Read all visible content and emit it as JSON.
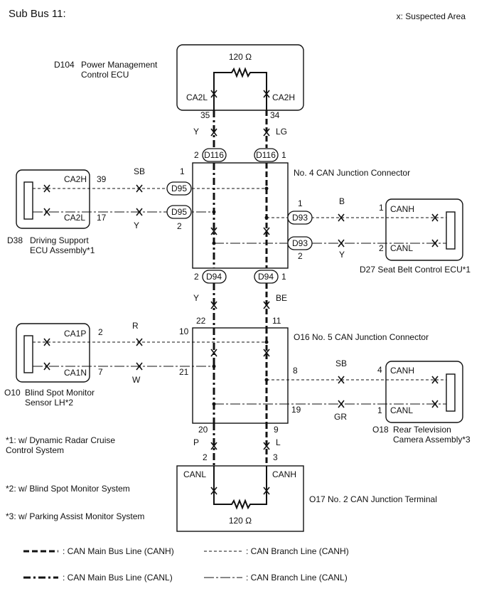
{
  "title": "Sub Bus 11:",
  "suspected_area": "x: Suspected Area",
  "ecus": {
    "d104": {
      "id_label": "D104",
      "name_line1": "Power Management",
      "name_line2": "Control ECU",
      "resistor": "120 Ω",
      "pin_left": "CA2L",
      "pin_right": "CA2H",
      "pin_num_left": "35",
      "pin_num_right": "34",
      "wire_left": "Y",
      "wire_right": "LG"
    },
    "d38": {
      "id_label": "D38",
      "name_line1": "Driving Support",
      "name_line2": "ECU Assembly*1",
      "pin_top": "CA2H",
      "pin_bottom": "CA2L",
      "num_top": "39",
      "num_bottom": "17"
    },
    "d27": {
      "label": "D27 Seat Belt Control ECU*1",
      "pin_top": "CANH",
      "pin_bottom": "CANL",
      "num_top": "1",
      "num_bottom": "2"
    },
    "o10": {
      "id_label": "O10",
      "name_line1": "Blind Spot Monitor",
      "name_line2": "Sensor LH*2",
      "pin_top": "CA1P",
      "pin_bottom": "CA1N",
      "num_top": "2",
      "num_bottom": "7"
    },
    "o18": {
      "id_label": "O18",
      "name_line1": "Rear Television",
      "name_line2": "Camera Assembly*3",
      "pin_top": "CANH",
      "pin_bottom": "CANL",
      "num_top": "4",
      "num_bottom": "1"
    },
    "o17": {
      "label": "O17 No. 2 CAN Junction Terminal",
      "pin_left": "CANL",
      "pin_right": "CANH",
      "resistor": "120 Ω"
    }
  },
  "jc4": {
    "label": "No. 4 CAN Junction Connector",
    "d116_left": "D116",
    "d116_right": "D116",
    "d116_num_left": "2",
    "d116_num_right": "1",
    "d95_top": "D95",
    "d95_bottom": "D95",
    "d95_num_top": "1",
    "d95_num_bottom": "2",
    "d93_top": "D93",
    "d93_bottom": "D93",
    "d93_num_top": "1",
    "d93_num_bottom": "2",
    "d94_left": "D94",
    "d94_right": "D94",
    "d94_num_left": "2",
    "d94_num_right": "1",
    "wire_sb": "SB",
    "wire_y": "Y",
    "wire_b": "B",
    "wire_y2": "Y",
    "wire_down_left": "Y",
    "wire_down_right": "BE"
  },
  "jc5": {
    "label": "O16 No. 5 CAN Junction Connector",
    "num_top_left": "22",
    "num_top_right": "11",
    "num_left_top": "10",
    "num_left_bottom": "21",
    "num_right_top": "8",
    "num_right_bottom": "19",
    "num_bot_left": "20",
    "num_bot_right": "9",
    "wire_r": "R",
    "wire_w": "W",
    "wire_sb": "SB",
    "wire_gr": "GR",
    "wire_p": "P",
    "wire_l": "L",
    "o17_num_left": "2",
    "o17_num_right": "3"
  },
  "notes": [
    "*1: w/ Dynamic Radar Cruise",
    "Control System",
    "*2: w/ Blind Spot Monitor System",
    "*3: w/ Parking Assist Monitor System"
  ],
  "legend": {
    "main_canh": ": CAN Main Bus Line (CANH)",
    "main_canl": ": CAN Main Bus Line (CANL)",
    "branch_canh": ": CAN Branch Line (CANH)",
    "branch_canl": ": CAN Branch Line (CANL)"
  }
}
